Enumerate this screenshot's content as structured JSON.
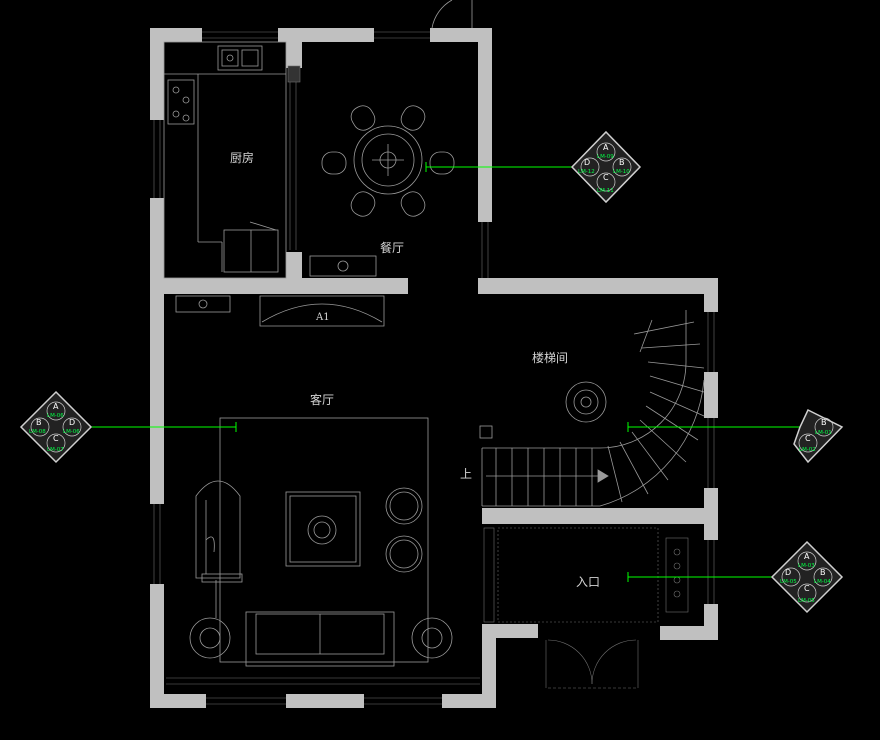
{
  "rooms": {
    "kitchen": "厨房",
    "dining": "餐厅",
    "living": "客厅",
    "stairs": "楼梯间",
    "entrance": "入口",
    "wall_marker": "A1",
    "stair_up": "上"
  },
  "tags": {
    "dining": {
      "letters": [
        "A",
        "B",
        "C",
        "D"
      ],
      "codes": [
        "LM-09",
        "LM-10",
        "LM-11",
        "LM-12"
      ]
    },
    "living": {
      "letters": [
        "A",
        "B",
        "C",
        "D"
      ],
      "codes": [
        "LM-06",
        "LM-08",
        "LM-07",
        "LM-06"
      ]
    },
    "stairs": {
      "letters": [
        "B",
        "C"
      ],
      "codes": [
        "LM-01",
        "LM-02"
      ]
    },
    "entrance": {
      "letters": [
        "A",
        "B",
        "C",
        "D"
      ],
      "codes": [
        "LM-03",
        "LM-04",
        "LM-05",
        "LM-05"
      ]
    }
  },
  "colors": {
    "background": "#000000",
    "wall": "#c0c0c0",
    "linework": "#9a9a9a",
    "callout": "#00ff00",
    "callout_text": "#00ff44"
  }
}
